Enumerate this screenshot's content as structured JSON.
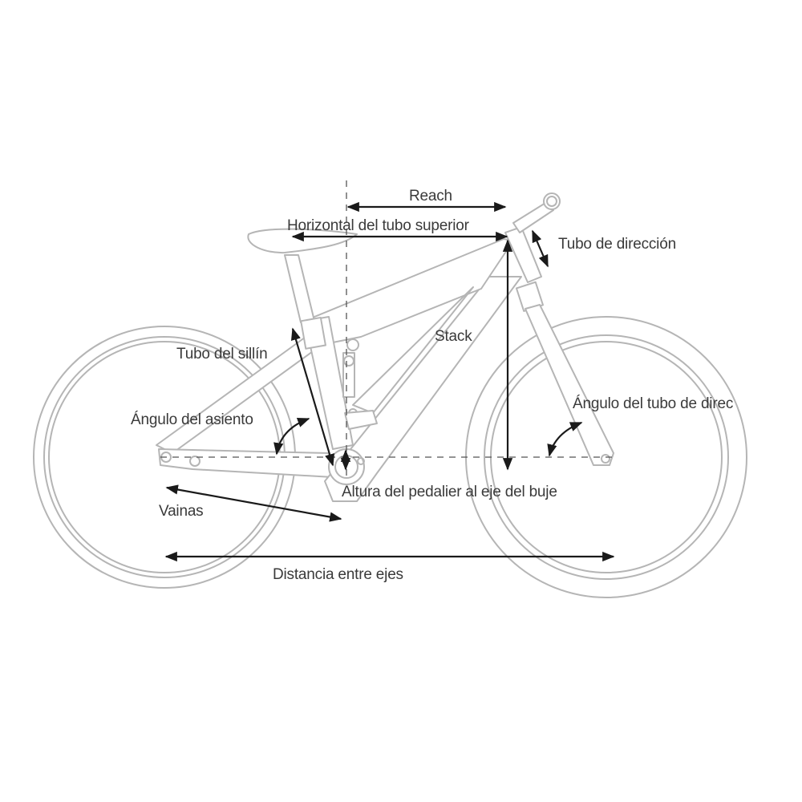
{
  "diagram": {
    "type": "bike-geometry",
    "line_color": "#b5b5b5",
    "arrow_color": "#1a1a1a",
    "text_color": "#3a3a3a",
    "labels": {
      "reach": "Reach",
      "top_tube_horizontal": "Horizontal del tubo superior",
      "head_tube": "Tubo de dirección",
      "stack": "Stack",
      "seat_tube": "Tubo del sillín",
      "seat_angle": "Ángulo del asiento",
      "head_tube_angle": "Ángulo del tubo de direc",
      "bb_drop": "Altura del pedalier al eje del buje",
      "chainstays": "Vainas",
      "wheelbase": "Distancia entre ejes"
    }
  }
}
